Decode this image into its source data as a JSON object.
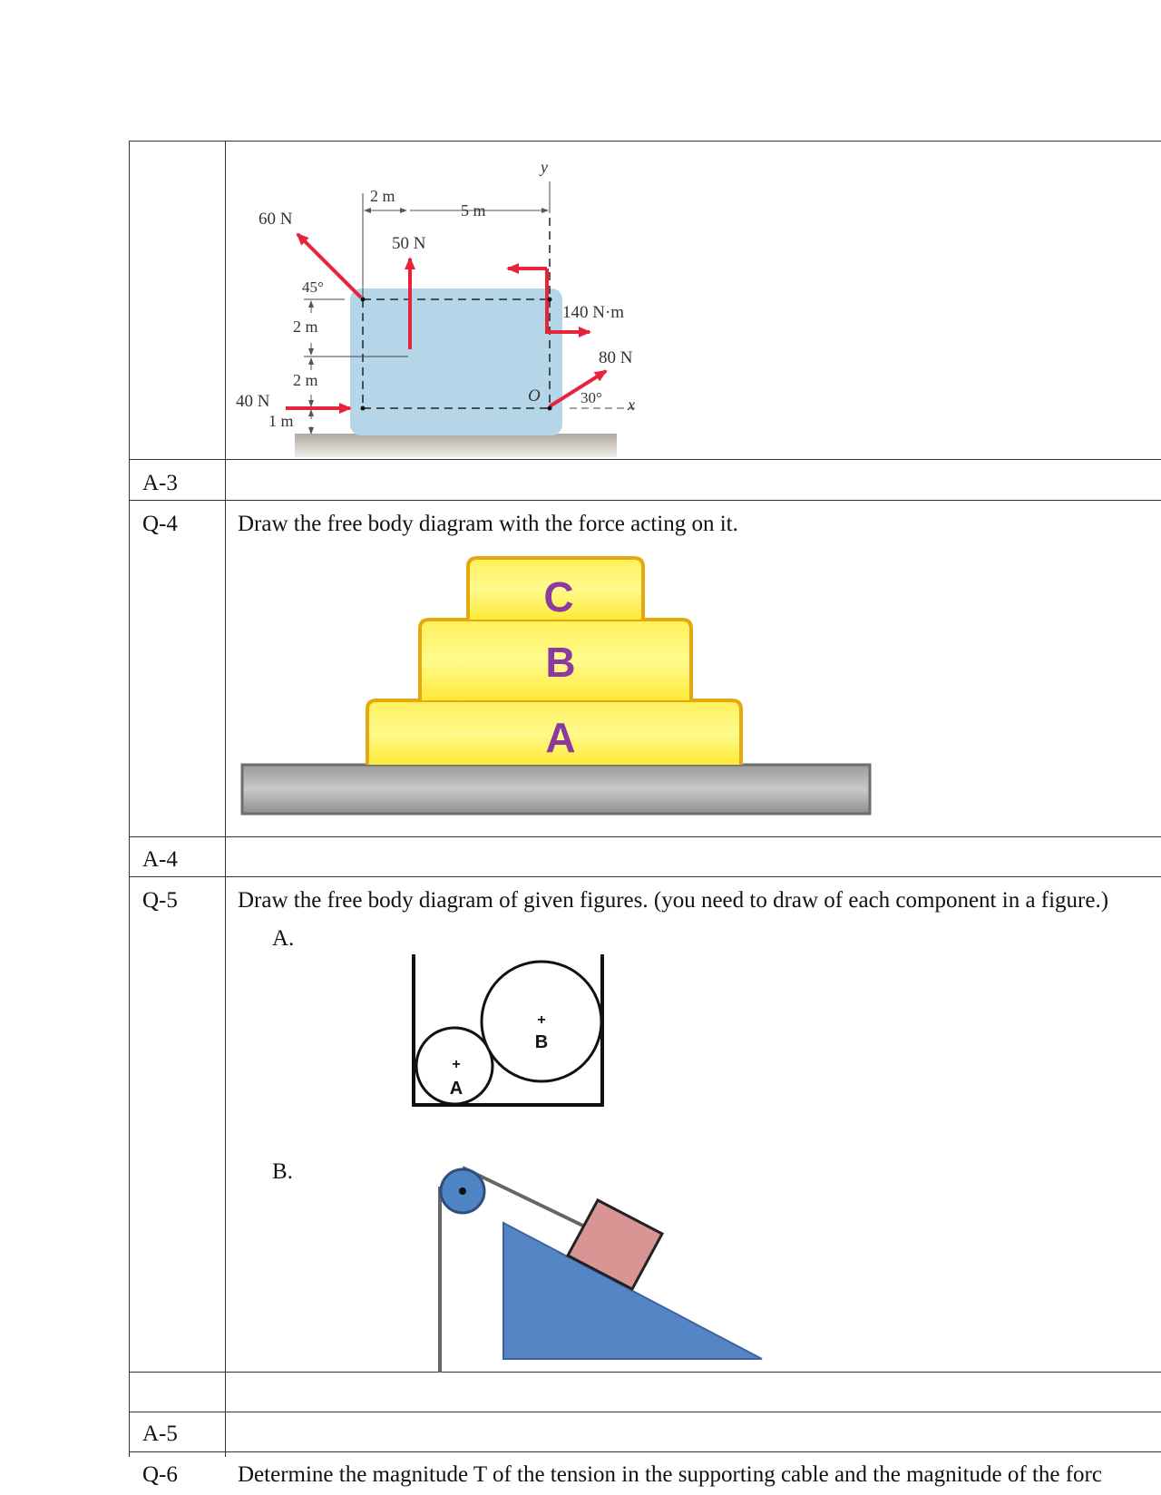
{
  "table": {
    "rows": [
      {
        "label": "A-3"
      },
      {
        "label": "Q-4",
        "text": "Draw the free body diagram with the force acting on it."
      },
      {
        "label": "A-4"
      },
      {
        "label": "Q-5",
        "text": "Draw the free body diagram of given figures. (you need to draw of each component in a figure.)"
      },
      {
        "label": "A-5"
      },
      {
        "label": "Q-6",
        "text": "Determine the magnitude T of the tension in the supporting cable and the magnitude of the forc"
      }
    ]
  },
  "figure_q3": {
    "force_60": "60 N",
    "angle_45": "45°",
    "dim_2m_top": "2 m",
    "dim_5m": "5 m",
    "axis_y": "y",
    "force_50": "50 N",
    "moment_140": "140 N·m",
    "force_80": "80 N",
    "angle_30": "30°",
    "axis_x": "x",
    "origin": "O",
    "dim_2m_a": "2 m",
    "dim_2m_b": "2 m",
    "force_40": "40 N",
    "dim_1m": "1 m"
  },
  "figure_q4": {
    "block_c": "C",
    "block_b": "B",
    "block_a": "A"
  },
  "figure_q5": {
    "part_a_label": "A.",
    "part_b_label": "B.",
    "cyl_a": "A",
    "cyl_b": "B"
  },
  "colors": {
    "force_arrow": "#e8243c",
    "plate_fill": "#b5d6e8",
    "block_fill": "#fff36a",
    "block_border": "#e6a810",
    "block_letter": "#8b3a9f",
    "incline_fill": "#5585c5",
    "box_fill": "#d99594",
    "ground_gray": "#a0a0a0"
  }
}
